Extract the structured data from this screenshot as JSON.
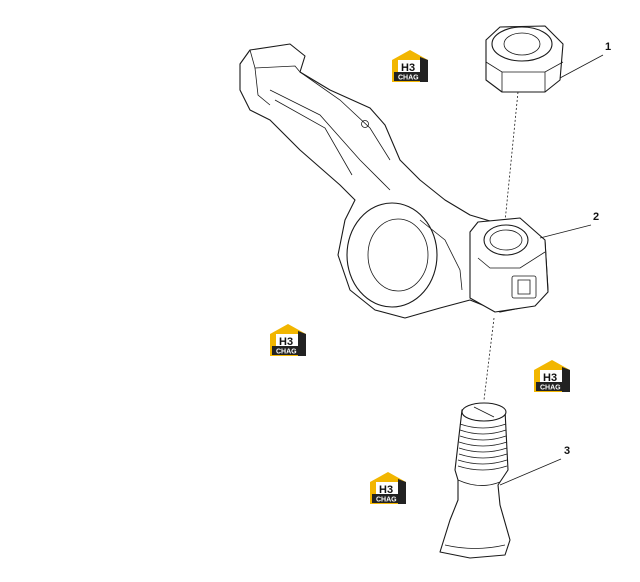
{
  "callouts": [
    {
      "number": "1",
      "part": "nut"
    },
    {
      "number": "2",
      "part": "rocker-arm-boss"
    },
    {
      "number": "3",
      "part": "adjusting-screw"
    }
  ],
  "watermark": {
    "brand_letters": "H3",
    "brand_word": "CHAG",
    "color_yellow": "#f2b600",
    "color_dark": "#222222"
  },
  "icons": [
    "watermark-logo-icon"
  ]
}
